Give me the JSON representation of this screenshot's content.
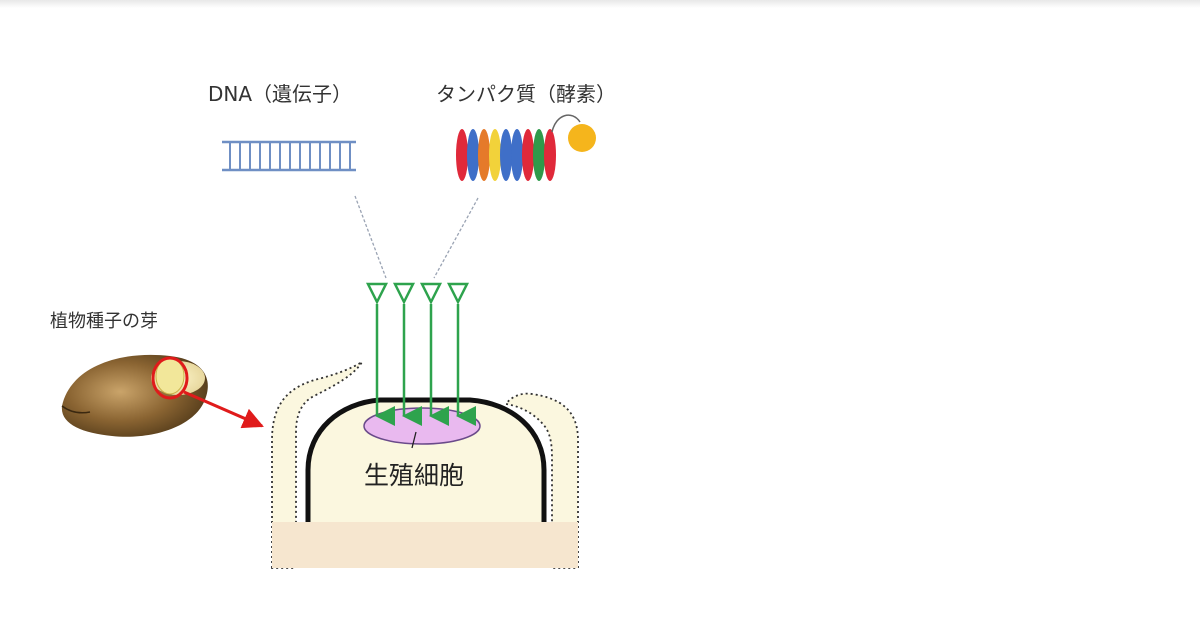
{
  "labels": {
    "dna": "DNA（遺伝子）",
    "protein": "タンパク質（酵素）",
    "seed_embryo": "植物種子の芽",
    "germ_cell": "生殖細胞"
  },
  "colors": {
    "dna_ladder": "#6f8fc4",
    "protein_bands": [
      "#e0293a",
      "#3f6fc8",
      "#e57a2a",
      "#f2d23a",
      "#3f6fc8",
      "#3f6fc8",
      "#e0293a",
      "#2f9a4a",
      "#e0293a"
    ],
    "enzyme_ball": "#f5b51c",
    "delivery_arrows": "#2ea34d",
    "pointer_arrow": "#e01b1b",
    "germ_cell_fill": "#e9b9ef",
    "tissue_fill": "#fbf7df",
    "tissue_base": "#f6e6cf",
    "seed": "#8a6432"
  }
}
